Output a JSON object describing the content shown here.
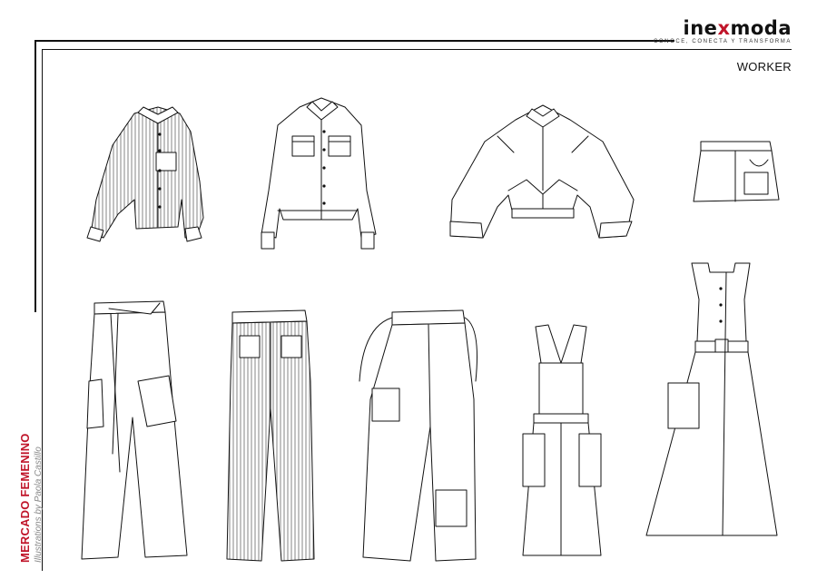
{
  "brand": {
    "name_prefix": "ine",
    "name_accent": "x",
    "name_suffix": "moda",
    "tagline": "CONOCE, CONECTA Y TRANSFORMA"
  },
  "collection": {
    "title": "WORKER"
  },
  "side": {
    "market": "MERCADO FEMENINO",
    "credit": "Illustrations by Paola Castillo"
  },
  "colors": {
    "accent": "#c0152a",
    "line": "#111111",
    "background": "#ffffff"
  },
  "garments": [
    {
      "id": "striped-shirt",
      "type": "shirt"
    },
    {
      "id": "cropped-jacket",
      "type": "jacket"
    },
    {
      "id": "bomber-jacket",
      "type": "jacket"
    },
    {
      "id": "mini-skirt",
      "type": "skirt"
    },
    {
      "id": "belted-wide-pants",
      "type": "pants"
    },
    {
      "id": "striped-bootcut-pants",
      "type": "pants"
    },
    {
      "id": "cargo-pants",
      "type": "pants"
    },
    {
      "id": "overall-skirt",
      "type": "pinafore"
    },
    {
      "id": "halter-wrap-dress",
      "type": "dress"
    }
  ]
}
